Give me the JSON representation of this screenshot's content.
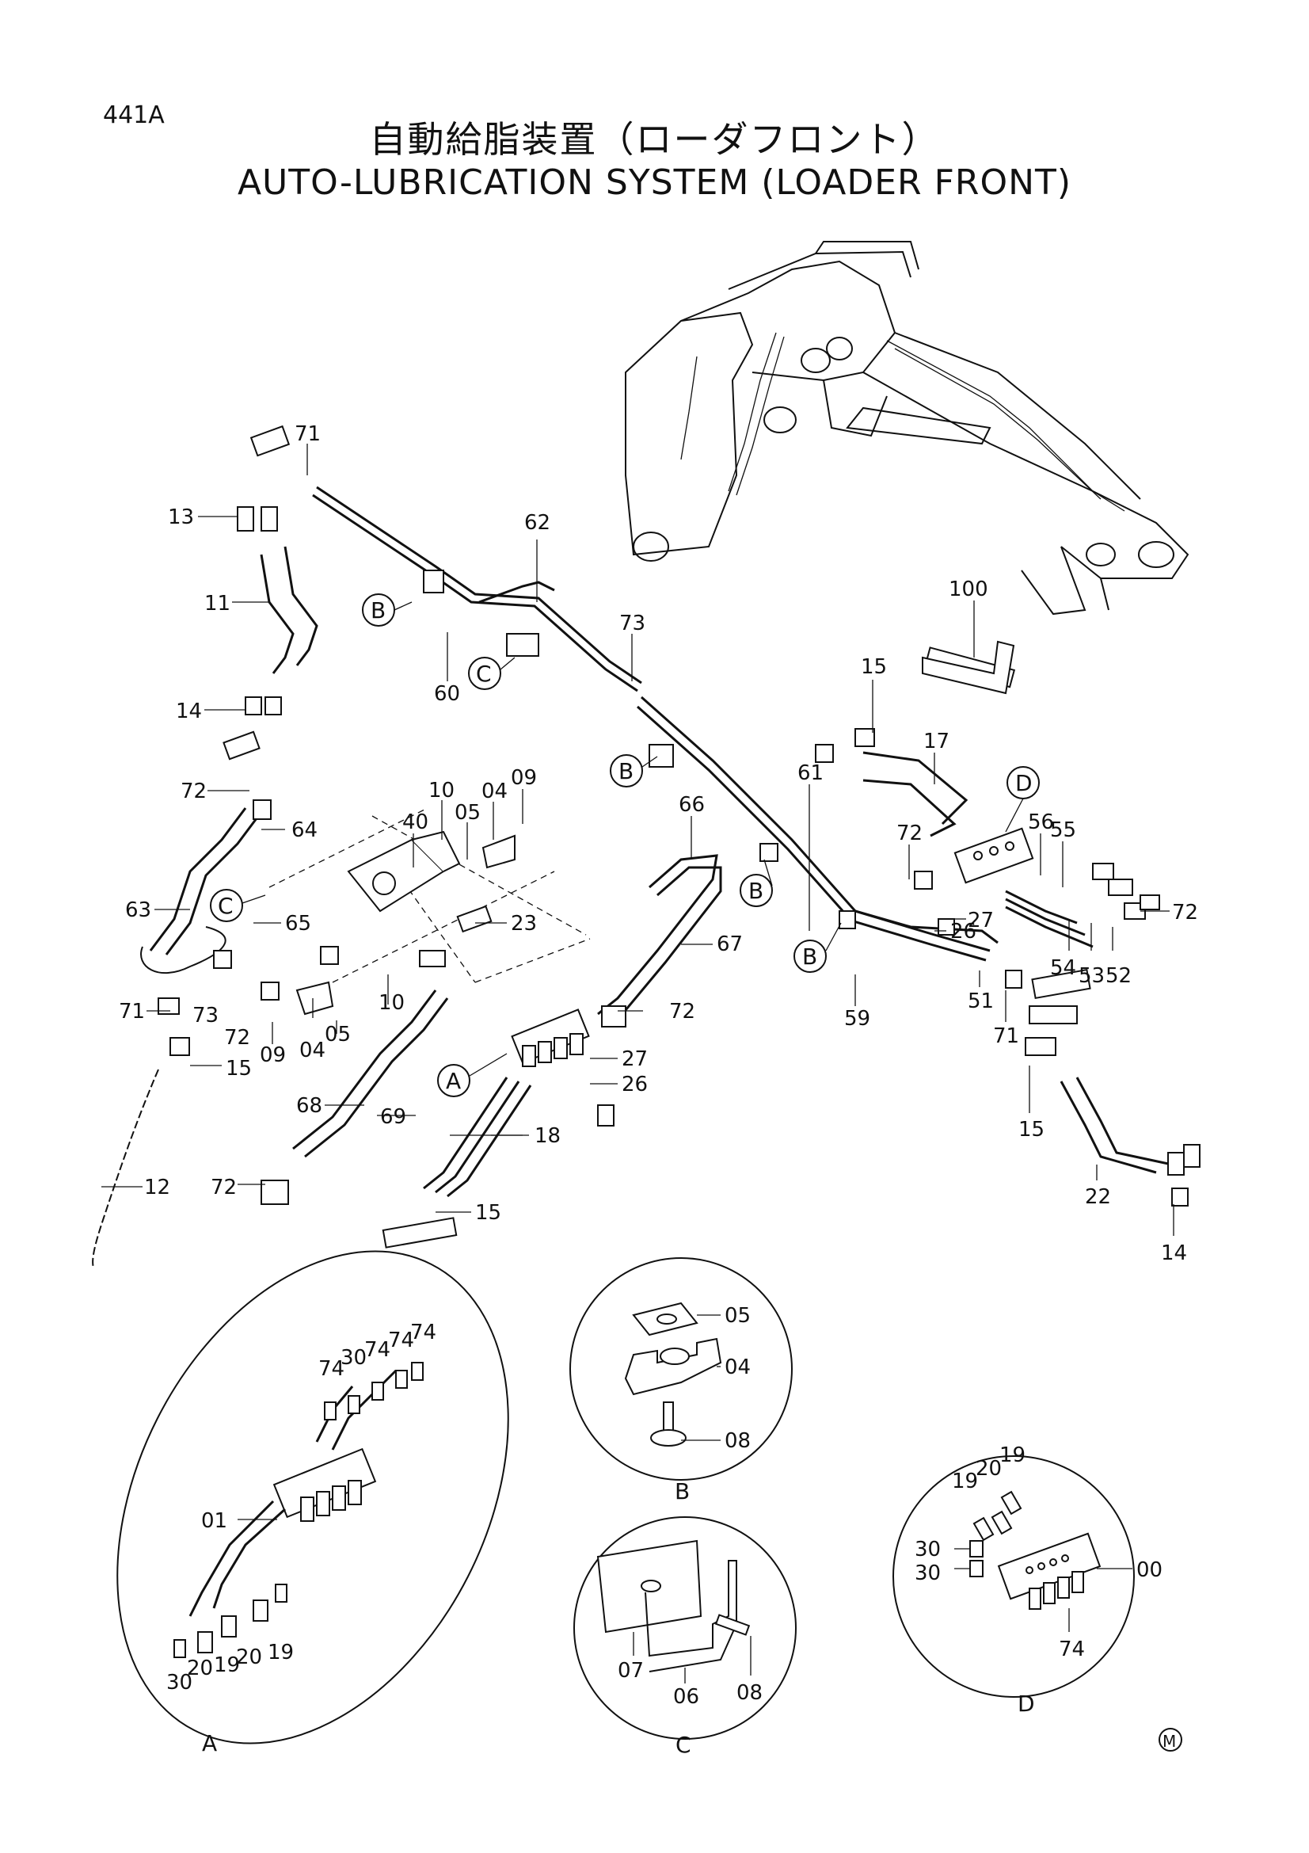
{
  "page": {
    "number": "441A",
    "title_jp": "自動給脂装置（ローダフロント）",
    "title_en": "AUTO-LUBRICATION SYSTEM (LOADER FRONT)",
    "mark": "M"
  },
  "parts": {
    "p71a": "71",
    "p13": "13",
    "p11": "11",
    "p14a": "14",
    "p72a": "72",
    "p64": "64",
    "p63": "63",
    "p65": "65",
    "p71b": "71",
    "p73a": "73",
    "p72b": "72",
    "p15a": "15",
    "p12": "12",
    "p72c": "72",
    "p68": "68",
    "p69": "69",
    "p09a": "09",
    "p04a": "04",
    "p05a": "05",
    "p10a": "10",
    "p40": "40",
    "p10b": "10",
    "p05b": "05",
    "p04b": "04",
    "p09b": "09",
    "p23": "23",
    "p62": "62",
    "p60": "60",
    "p73b": "73",
    "p66": "66",
    "p67": "67",
    "p72d": "72",
    "p27a": "27",
    "p26a": "26",
    "p18": "18",
    "p15b": "15",
    "p61": "61",
    "p59": "59",
    "p100": "100",
    "p15c": "15",
    "p17": "17",
    "p72e": "72",
    "p27b": "27",
    "p26b": "26",
    "p56": "56",
    "p55": "55",
    "p72f": "72",
    "p54": "54",
    "p53": "53",
    "p52": "52",
    "p51": "51",
    "p71c": "71",
    "p15d": "15",
    "p22": "22",
    "p14b": "14"
  },
  "callouts": {
    "b1": "B",
    "c1": "C",
    "b2": "B",
    "c2": "C",
    "b3": "B",
    "b4": "B",
    "a1": "A",
    "d1": "D"
  },
  "detail_a": {
    "letter": "A",
    "labels": [
      "74",
      "30",
      "74",
      "74",
      "74",
      "01",
      "30",
      "20",
      "19",
      "20",
      "19"
    ]
  },
  "detail_b": {
    "letter": "B",
    "labels": [
      "05",
      "04",
      "08"
    ]
  },
  "detail_c": {
    "letter": "C",
    "labels": [
      "07",
      "06",
      "08"
    ]
  },
  "detail_d": {
    "letter": "D",
    "labels": [
      "19",
      "20",
      "19",
      "30",
      "30",
      "00",
      "74"
    ]
  }
}
